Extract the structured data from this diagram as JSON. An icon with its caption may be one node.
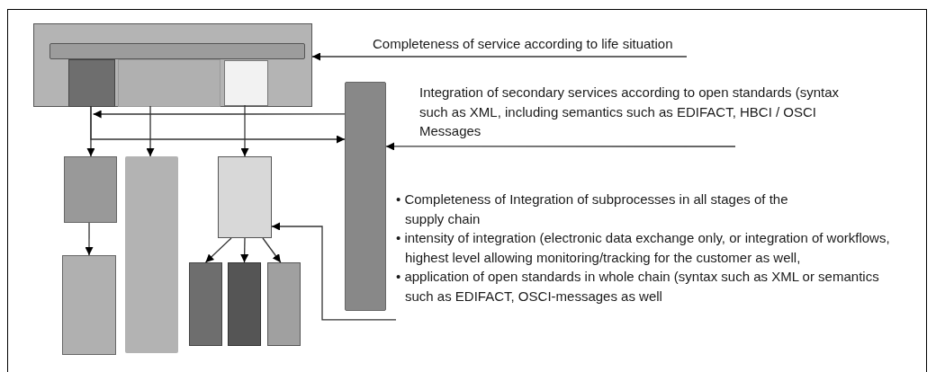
{
  "diagram": {
    "nodes": [
      {
        "text": [],
        "shape": "box"
      },
      {
        "text": [],
        "shape": "bar",
        "in": 0
      },
      {
        "text": [],
        "shape": "box",
        "in": 0
      },
      {
        "text": [],
        "shape": "box",
        "in": 0
      },
      {
        "text": [],
        "shape": "box",
        "in": 0
      },
      {
        "text": [],
        "shape": "bar"
      },
      {
        "text": [],
        "shape": "box"
      },
      {
        "text": [],
        "shape": "box"
      },
      {
        "text": [],
        "shape": "bar"
      },
      {
        "text": [],
        "shape": "box"
      },
      {
        "text": [],
        "shape": "box"
      },
      {
        "text": [],
        "shape": "box"
      },
      {
        "text": [],
        "shape": "box"
      },
      {
        "text": [
          "Completeness of service according to life situation"
        ]
      },
      {
        "text": [
          "Integration of secondary services according to open standards (syntax such as XML, including semantics such as EDIFACT, HBCI / OSCI Messages"
        ]
      },
      {
        "text": [
          "• Completeness of Integration of subprocesses in all stages of the supply chain",
          "• intensity of integration (electronic data exchange only, or integration of workflows, highest level allowing monitoring/tracking for the customer as well,",
          "• application of open standards in whole chain (syntax such as XML or semantics such as EDIFACT, OSCI-messages as well"
        ]
      }
    ],
    "edges": [
      {
        "from": 13,
        "to": 0,
        "arrow": "to"
      },
      {
        "from": 14,
        "to": 8,
        "arrow": "to"
      },
      {
        "from": 8,
        "to": 2,
        "arrow": "to"
      },
      {
        "from": 2,
        "to": 8,
        "arrow": "to"
      },
      {
        "from": 2,
        "to": 6,
        "arrow": "to"
      },
      {
        "from": 3,
        "to": 5,
        "arrow": "to"
      },
      {
        "from": 4,
        "to": 7,
        "arrow": "to"
      },
      {
        "from": 6,
        "to": 9,
        "arrow": "to"
      },
      {
        "from": 7,
        "to": 10,
        "arrow": "to"
      },
      {
        "from": 7,
        "to": 11,
        "arrow": "to"
      },
      {
        "from": 7,
        "to": 12,
        "arrow": "to"
      },
      {
        "from": 15,
        "to": 7,
        "arrow": "to"
      }
    ]
  }
}
